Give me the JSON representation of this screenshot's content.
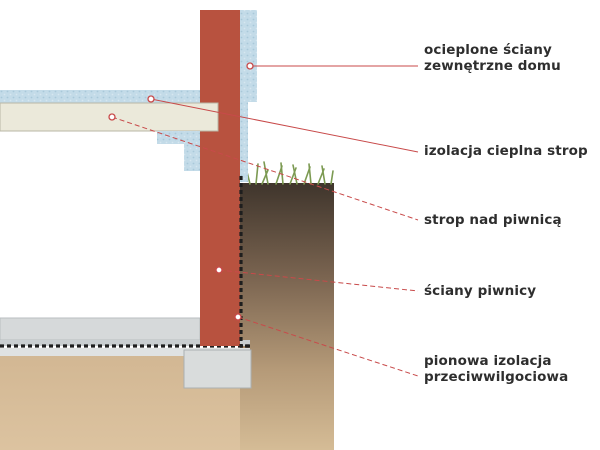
{
  "labels": [
    {
      "id": "exterior-walls",
      "lines": [
        "ocieplone ściany",
        "zewnętrzne domu"
      ]
    },
    {
      "id": "ceiling-insulation",
      "lines": [
        "izolacja cieplna strop"
      ]
    },
    {
      "id": "basement-ceiling",
      "lines": [
        "strop nad piwnicą"
      ]
    },
    {
      "id": "basement-walls",
      "lines": [
        "ściany piwnicy"
      ]
    },
    {
      "id": "vertical-damp-proofing",
      "lines": [
        "pionowa izolacja",
        "przeciwwilgociowa"
      ]
    }
  ],
  "colors": {
    "wall": "#b8523f",
    "insulation": "#c3dbe8",
    "slab": "#ebe9da",
    "soil_top": "#5a4a3a",
    "soil_bottom": "#c7aa86",
    "leader": "#c84a4a",
    "grass": "#7c9a52",
    "footing": "#d9dcdc",
    "floor": "#d6d9da"
  }
}
